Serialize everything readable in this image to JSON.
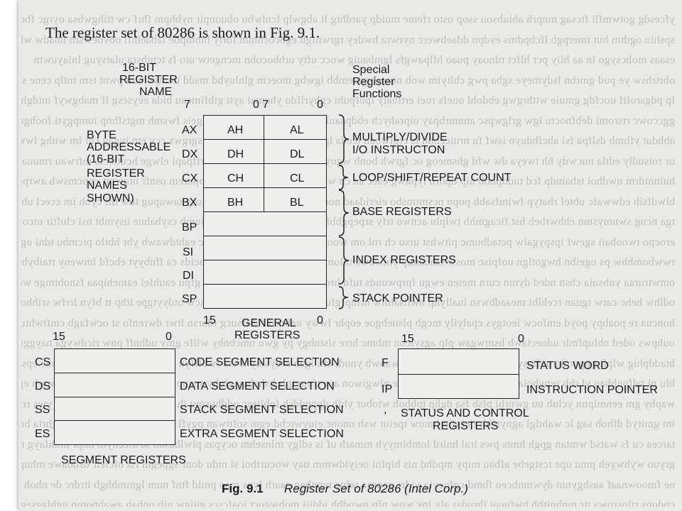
{
  "intro": "The register set of 80286 is shown in Fig. 9.1.",
  "headers": {
    "register_name": [
      "16-BIT",
      "REGISTER",
      "NAME"
    ],
    "special_functions": [
      "Special",
      "Register",
      "Functions"
    ]
  },
  "bits": {
    "gen_top": [
      "7",
      "0 7",
      "0"
    ],
    "gen_bottom": [
      "15",
      "0"
    ],
    "seg": [
      "15",
      "0"
    ],
    "status": [
      "15",
      "0"
    ]
  },
  "byte_note": [
    "BYTE",
    "ADDRESSABLE",
    "(16-BIT",
    "REGISTER",
    "NAMES",
    "SHOWN)"
  ],
  "general_registers": {
    "names": [
      "AX",
      "DX",
      "CX",
      "BX",
      "BP",
      "SI",
      "DI",
      "SP"
    ],
    "high_bytes": [
      "AH",
      "DH",
      "CH",
      "BH"
    ],
    "low_bytes": [
      "AL",
      "DL",
      "CL",
      "BL"
    ],
    "caption": [
      "GENERAL",
      "REGISTERS"
    ]
  },
  "functions": {
    "multiply": [
      "MULTIPLY/DIVIDE",
      "I/O INSTRUCTON"
    ],
    "loop": "LOOP/SHIFT/REPEAT COUNT",
    "base": "BASE REGISTERS",
    "index": "INDEX REGISTERS",
    "stack": "STACK POINTER"
  },
  "segment_registers": {
    "names": [
      "CS",
      "DS",
      "SS",
      "ES"
    ],
    "descriptions": [
      "CODE SEGMENT SELECTION",
      "DATA SEGMENT SELECTION",
      "STACK SEGMENT SELECTION",
      "EXTRA SEGMENT SELECTION"
    ],
    "caption": "SEGMENT REGISTERS"
  },
  "status_registers": {
    "names": [
      "F",
      "IP"
    ],
    "descriptions": [
      "STATUS WORD",
      "INSTRUCTION POINTER"
    ],
    "mark": ",",
    "caption": [
      "STATUS AND CONTROL",
      "REGISTERS"
    ]
  },
  "figure": {
    "number": "Fig. 9.1",
    "title": "Register Set of 80286 (Intel Corp.)"
  }
}
